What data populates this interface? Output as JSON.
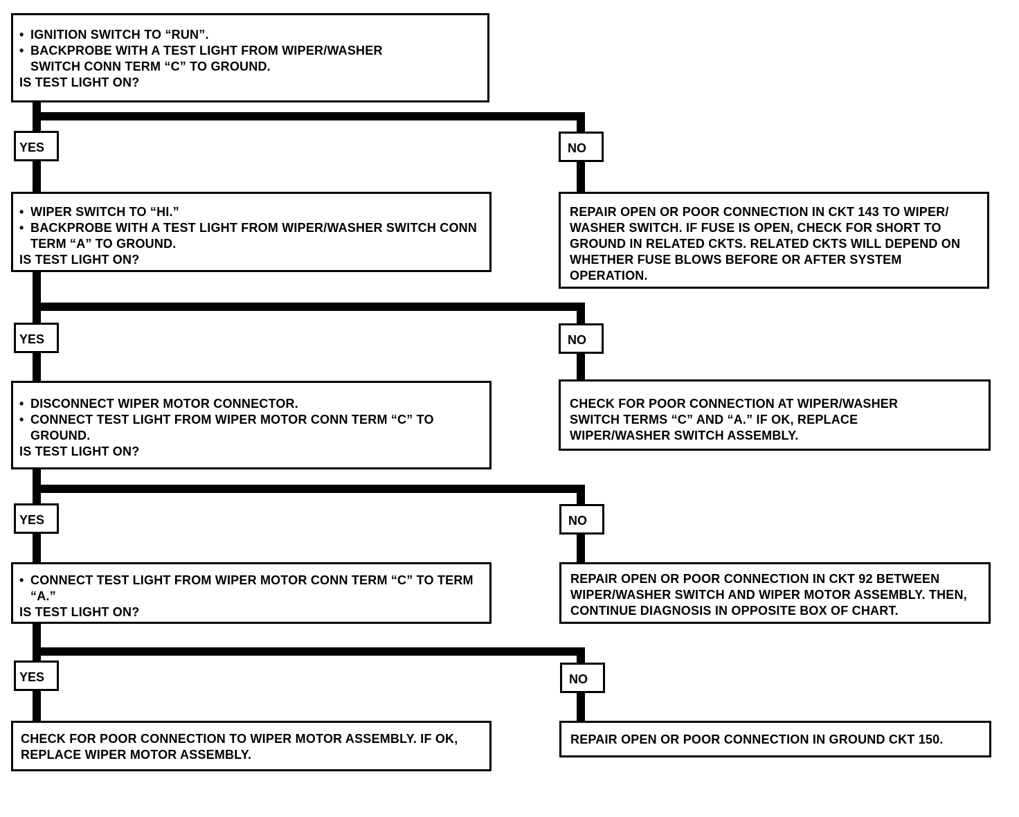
{
  "steps": [
    {
      "bullets": [
        "IGNITION SWITCH TO “RUN”.",
        "BACKPROBE WITH A TEST LIGHT FROM WIPER/WASHER SWITCH CONN TERM “C” TO GROUND."
      ],
      "question": "IS TEST LIGHT ON?"
    },
    {
      "bullets": [
        "WIPER SWITCH TO “HI.”",
        "BACKPROBE WITH A TEST LIGHT FROM WIPER/WASHER SWITCH CONN TERM “A” TO GROUND."
      ],
      "question": "IS TEST LIGHT ON?"
    },
    {
      "bullets": [
        "DISCONNECT WIPER MOTOR CONNECTOR.",
        "CONNECT TEST LIGHT FROM WIPER MOTOR CONN TERM “C” TO GROUND."
      ],
      "question": "IS TEST LIGHT ON?"
    },
    {
      "bullets": [
        "CONNECT TEST LIGHT FROM WIPER MOTOR CONN TERM “C” TO TERM “A.”"
      ],
      "question": "IS TEST LIGHT ON?"
    }
  ],
  "results": [
    "REPAIR OPEN OR POOR CONNECTION IN CKT 143 TO WIPER/ WASHER SWITCH.  IF FUSE IS OPEN, CHECK FOR SHORT TO GROUND IN RELATED CKTS.  RELATED CKTS WILL DEPEND ON WHETHER FUSE BLOWS BEFORE OR AFTER SYSTEM OPERATION.",
    "CHECK FOR POOR CONNECTION AT WIPER/WASHER SWITCH TERMS “C” AND “A.” IF OK, REPLACE WIPER/WASHER SWITCH ASSEMBLY.",
    "REPAIR OPEN OR POOR CONNECTION IN CKT 92 BETWEEN WIPER/WASHER SWITCH AND WIPER MOTOR ASSEMBLY. THEN, CONTINUE DIAGNOSIS IN OPPOSITE BOX OF CHART.",
    "CHECK FOR POOR CONNECTION TO WIPER MOTOR ASSEMBLY. IF OK, REPLACE WIPER MOTOR ASSEMBLY.",
    "REPAIR OPEN OR POOR CONNECTION IN GROUND CKT 150."
  ],
  "labels": {
    "yes": "YES",
    "no": "NO",
    "bullet": "•"
  }
}
